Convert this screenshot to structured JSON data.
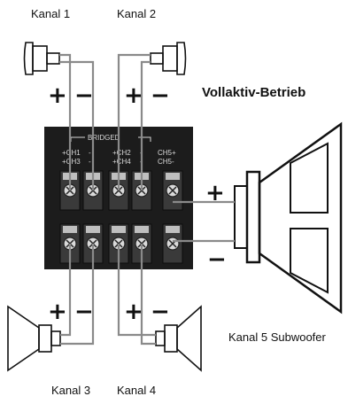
{
  "title": "Vollaktiv-Betrieb",
  "labels": {
    "ch1": "Kanal 1",
    "ch2": "Kanal 2",
    "ch3": "Kanal 3",
    "ch4": "Kanal 4",
    "ch5": "Kanal 5 Subwoofer"
  },
  "terminal_text": {
    "bridged": "BRIDGED",
    "ch1_plus": "+CH1",
    "ch1_minus": "-",
    "ch3_plus": "+CH3",
    "ch3_minus": "-",
    "ch2_plus": "+CH2",
    "ch2_minus": "-",
    "ch4_plus": "+CH4",
    "ch4_minus": "-",
    "ch5_plus": "CH5+",
    "ch5_minus": "CH5-"
  },
  "polarity": {
    "plus": "+",
    "minus": "−"
  },
  "colors": {
    "wire": "#8a8a8a",
    "block": "#1c1c1c",
    "line": "#111111"
  }
}
